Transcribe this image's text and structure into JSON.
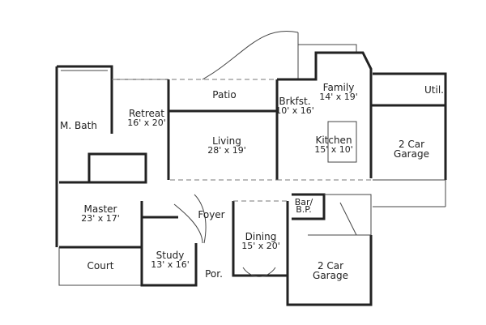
{
  "rooms": [
    {
      "name": "M. Bath",
      "dims": ""
    },
    {
      "name": "Retreat",
      "dims": "16' x 20'"
    },
    {
      "name": "Patio",
      "dims": ""
    },
    {
      "name": "Living",
      "dims": "28' x 19'"
    },
    {
      "name": "Brkfst.",
      "dims": "10' x 16'"
    },
    {
      "name": "Family",
      "dims": "14' x 19'"
    },
    {
      "name": "Util.",
      "dims": ""
    },
    {
      "name": "Kitchen",
      "dims": "15' x 10'"
    },
    {
      "name": "2 Car Garage",
      "dims": ""
    },
    {
      "name": "Master",
      "dims": "23' x 17'"
    },
    {
      "name": "Court",
      "dims": ""
    },
    {
      "name": "Foyer",
      "dims": ""
    },
    {
      "name": "Study",
      "dims": "13' x 16'"
    },
    {
      "name": "Dining",
      "dims": "15' x 20'"
    },
    {
      "name": "Bar/ B.P.",
      "dims": ""
    },
    {
      "name": "Por.",
      "dims": ""
    },
    {
      "name": "2 Car Garage",
      "dims": ""
    }
  ]
}
